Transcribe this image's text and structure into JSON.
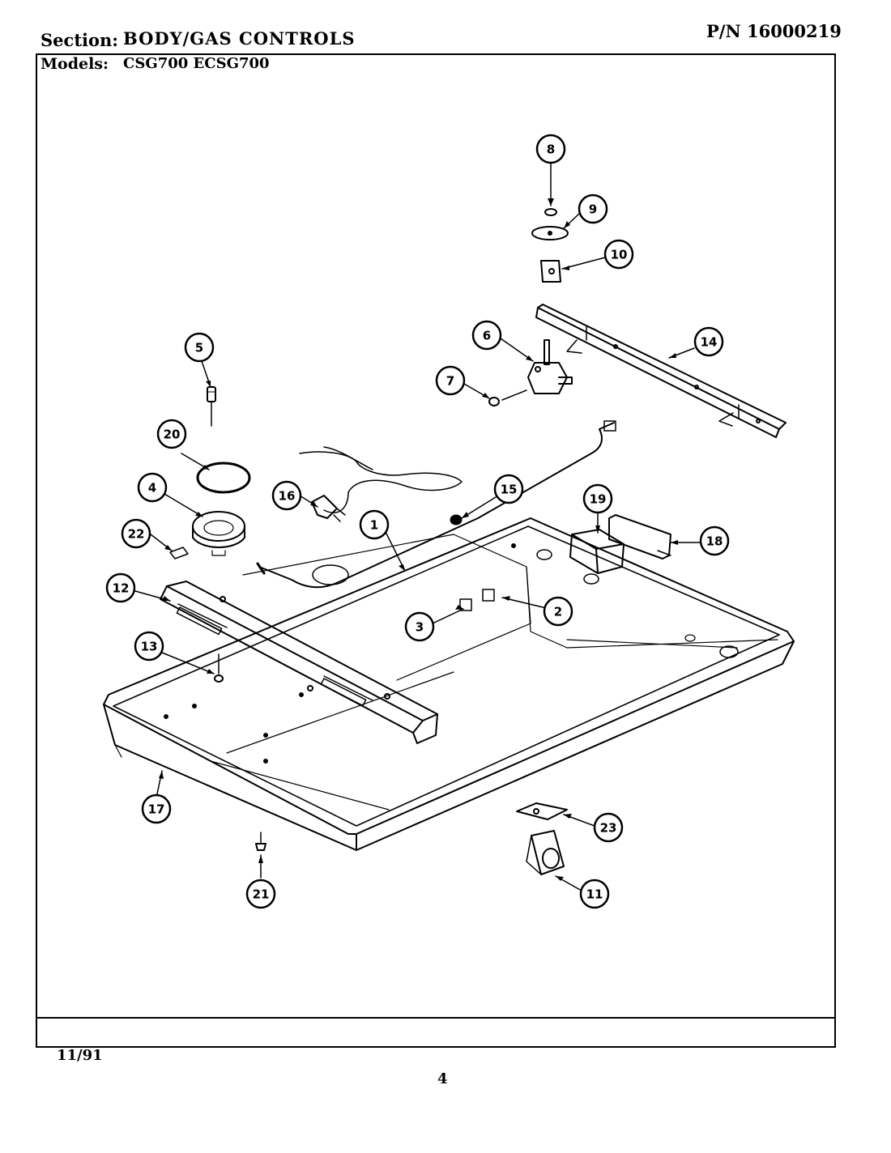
{
  "header": {
    "section_label": "Section:",
    "section_value": "BODY/GAS CONTROLS",
    "pn": "P/N 16000219",
    "models_label": "Models:",
    "models_value": "CSG700  ECSG700"
  },
  "footer": {
    "date": "11/91",
    "page": "4"
  },
  "callouts": [
    "1",
    "2",
    "3",
    "4",
    "5",
    "6",
    "7",
    "8",
    "9",
    "10",
    "11",
    "12",
    "13",
    "14",
    "15",
    "16",
    "17",
    "18",
    "19",
    "20",
    "21",
    "22",
    "23"
  ]
}
